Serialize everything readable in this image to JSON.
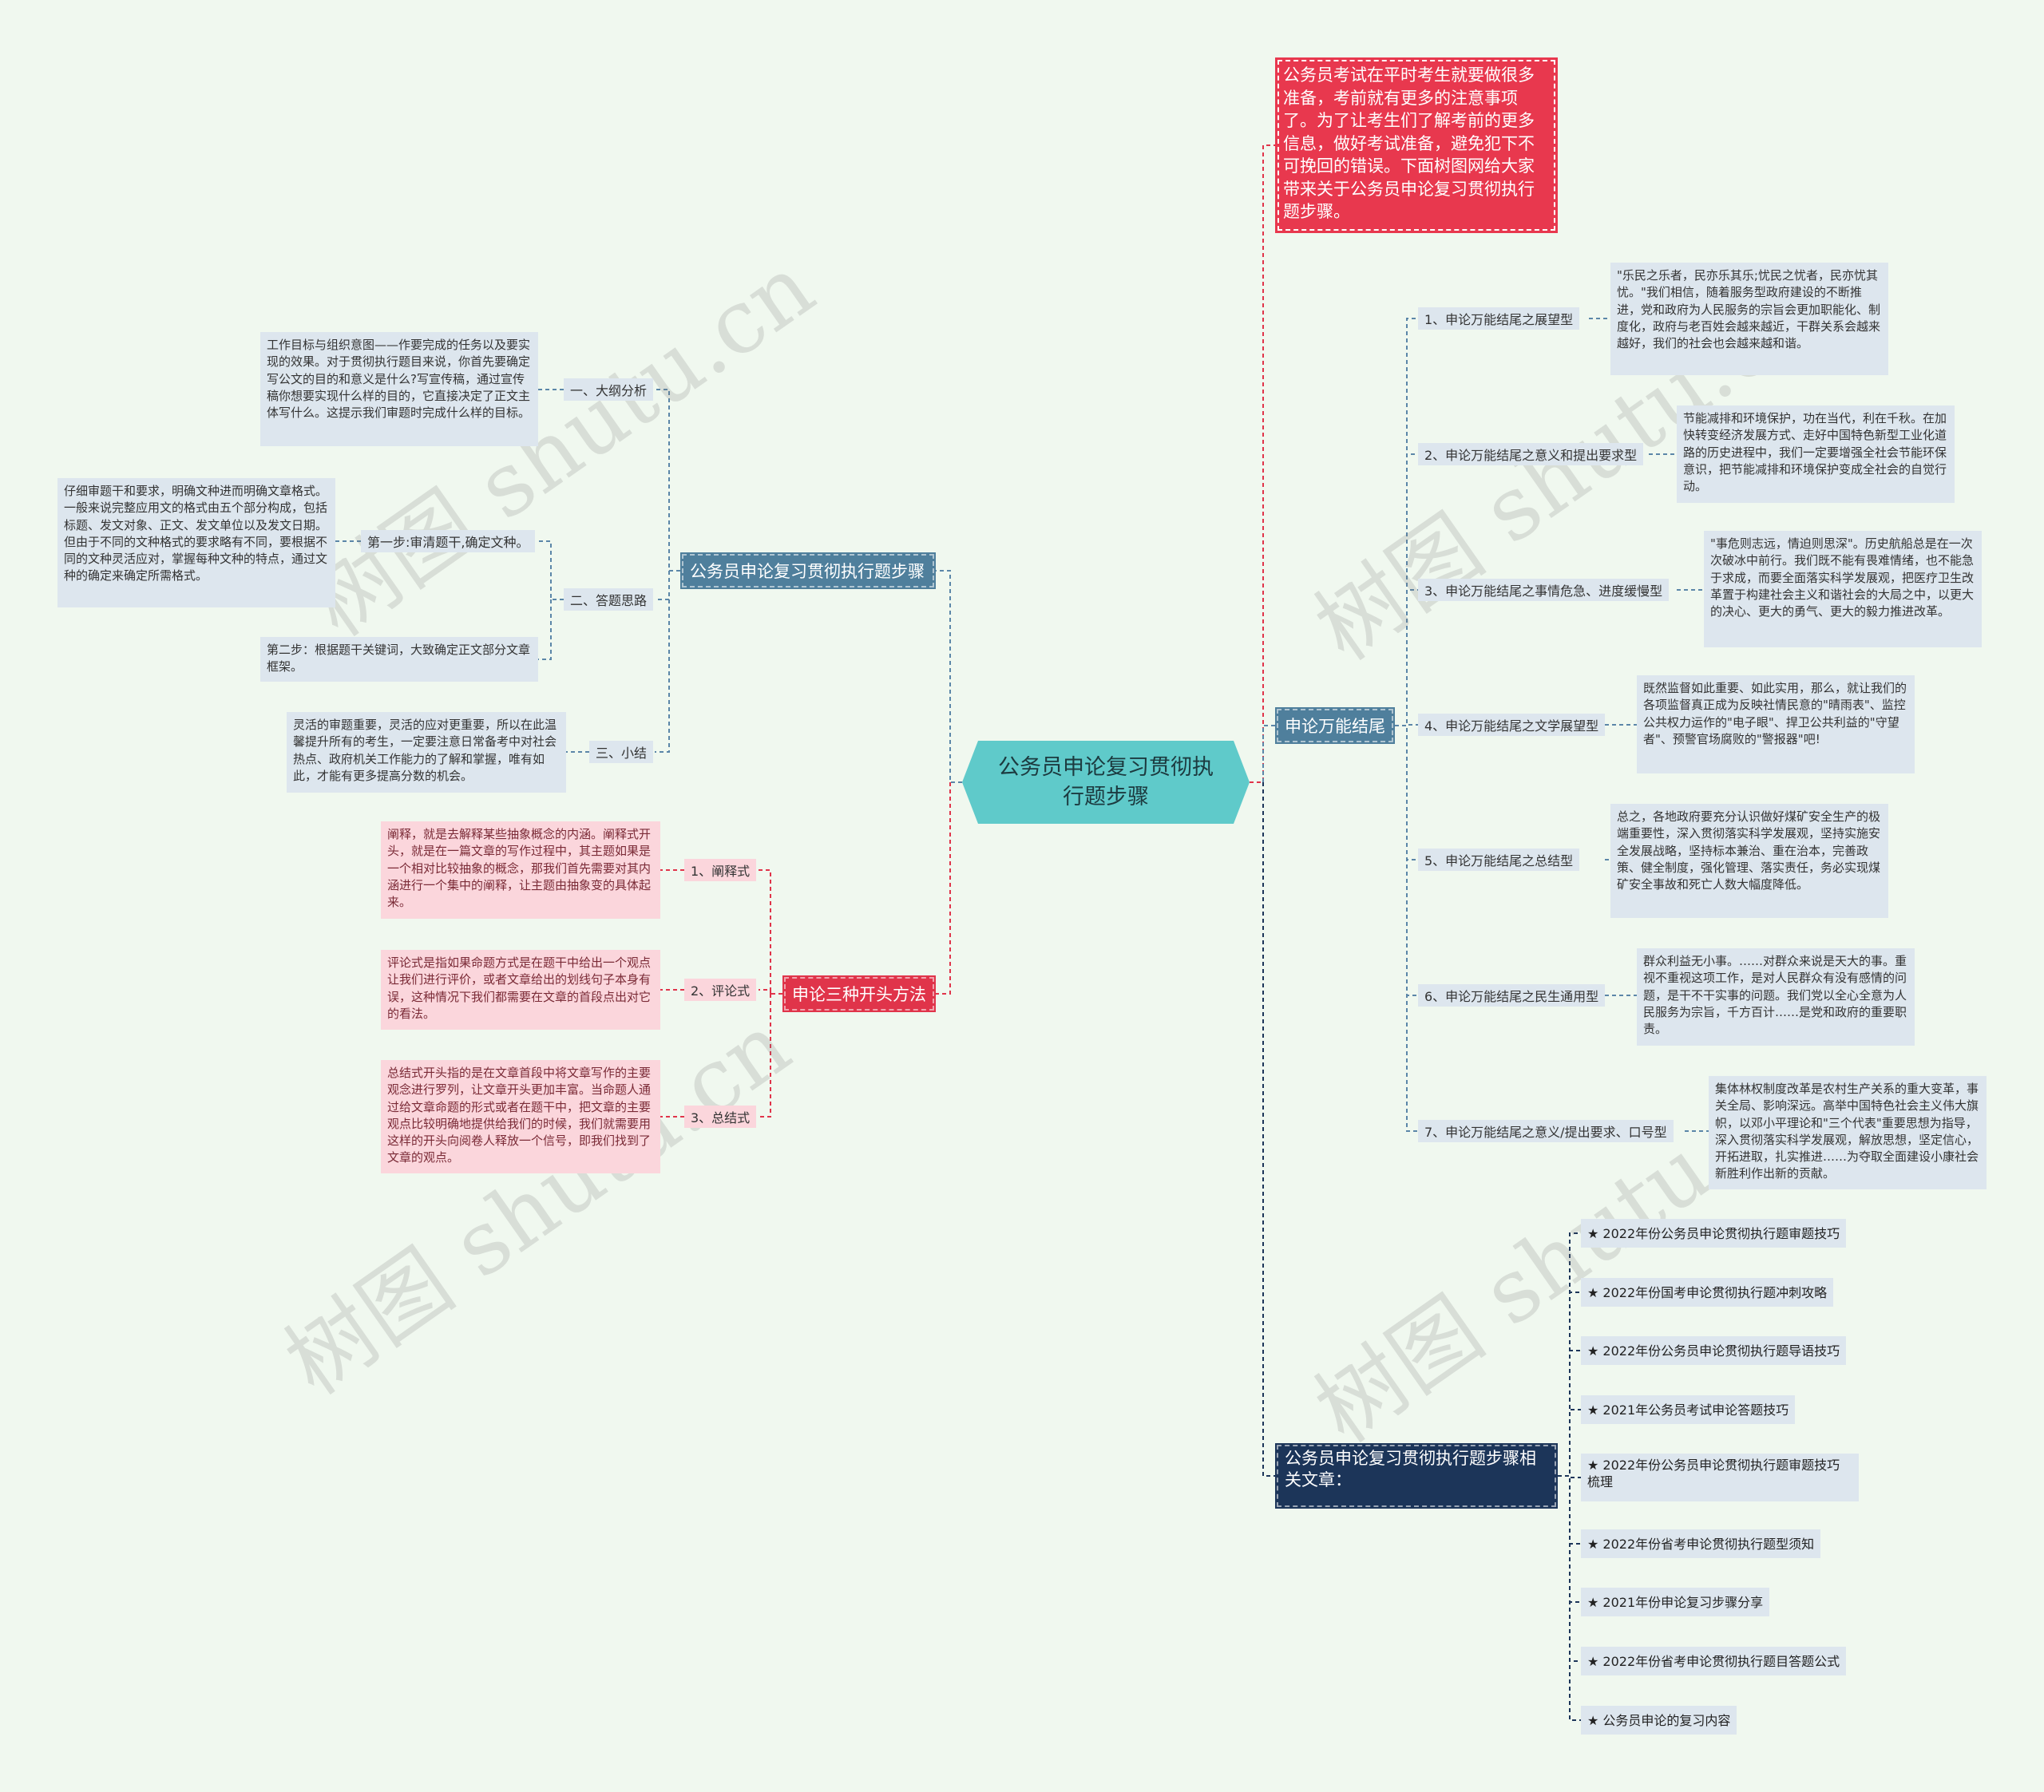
{
  "root": "公务员申论复习贯彻执行题步骤",
  "intro": "公务员考试在平时考生就要做很多准备，考前就有更多的注意事项了。为了让考生们了解考前的更多信息，做好考试准备，避免犯下不可挽回的错误。下面树图网给大家带来关于公务员申论复习贯彻执行题步骤。",
  "left": {
    "steps": {
      "title": "公务员申论复习贯彻执行题步骤",
      "outline": {
        "label": "一、大纲分析",
        "text": "工作目标与组织意图——作要完成的任务以及要实现的效果。对于贯彻执行题目来说，你首先要确定写公文的目的和意义是什么?写宣传稿，通过宣传稿你想要实现什么样的目的，它直接决定了正文主体写什么。这提示我们审题时完成什么样的目标。"
      },
      "thinking": {
        "label": "二、答题思路",
        "step1": {
          "label": "第一步:审清题干,确定文种。",
          "text": "仔细审题干和要求，明确文种进而明确文章格式。一般来说完整应用文的格式由五个部分构成，包括标题、发文对象、正文、发文单位以及发文日期。但由于不同的文种格式的要求略有不同，要根据不同的文种灵活应对，掌握每种文种的特点，通过文种的确定来确定所需格式。"
        },
        "step2": {
          "text": "第二步：根据题干关键词，大致确定正文部分文章框架。"
        }
      },
      "summary": {
        "label": "三、小结",
        "text": "灵活的审题重要，灵活的应对更重要，所以在此温馨提升所有的考生，一定要注意日常备考中对社会热点、政府机关工作能力的了解和掌握，唯有如此，才能有更多提高分数的机会。"
      }
    },
    "openings": {
      "title": "申论三种开头方法",
      "items": [
        {
          "label": "1、阐释式",
          "text": "阐释，就是去解释某些抽象概念的内涵。阐释式开头，就是在一篇文章的写作过程中，其主题如果是一个相对比较抽象的概念，那我们首先需要对其内涵进行一个集中的阐释，让主题由抽象变的具体起来。"
        },
        {
          "label": "2、评论式",
          "text": "评论式是指如果命题方式是在题干中给出一个观点让我们进行评价，或者文章给出的划线句子本身有误，这种情况下我们都需要在文章的首段点出对它的看法。"
        },
        {
          "label": "3、总结式",
          "text": "总结式开头指的是在文章首段中将文章写作的主要观念进行罗列，让文章开头更加丰富。当命题人通过给文章命题的形式或者在题干中，把文章的主要观点比较明确地提供给我们的时候，我们就需要用这样的开头向阅卷人释放一个信号，即我们找到了文章的观点。"
        }
      ]
    }
  },
  "right": {
    "endings": {
      "title": "申论万能结尾",
      "items": [
        {
          "label": "1、申论万能结尾之展望型",
          "text": "\"乐民之乐者，民亦乐其乐;忧民之忧者，民亦忧其忧。\"我们相信，随着服务型政府建设的不断推进，党和政府为人民服务的宗旨会更加职能化、制度化，政府与老百姓会越来越近，干群关系会越来越好，我们的社会也会越来越和谐。"
        },
        {
          "label": "2、申论万能结尾之意义和提出要求型",
          "text": "节能减排和环境保护，功在当代，利在千秋。在加快转变经济发展方式、走好中国特色新型工业化道路的历史进程中，我们一定要增强全社会节能环保意识，把节能减排和环境保护变成全社会的自觉行动。"
        },
        {
          "label": "3、申论万能结尾之事情危急、进度缓慢型",
          "text": "\"事危则志远，情迫则思深\"。历史航船总是在一次次破冰中前行。我们既不能有畏难情绪，也不能急于求成，而要全面落实科学发展观，把医疗卫生改革置于构建社会主义和谐社会的大局之中，以更大的决心、更大的勇气、更大的毅力推进改革。"
        },
        {
          "label": "4、申论万能结尾之文学展望型",
          "text": "既然监督如此重要、如此实用，那么，就让我们的各项监督真正成为反映社情民意的\"晴雨表\"、监控公共权力运作的\"电子眼\"、捍卫公共利益的\"守望者\"、预警官场腐败的\"警报器\"吧!"
        },
        {
          "label": "5、申论万能结尾之总结型",
          "text": "总之，各地政府要充分认识做好煤矿安全生产的极端重要性，深入贯彻落实科学发展观，坚持实施安全发展战略，坚持标本兼治、重在治本，完善政策、健全制度，强化管理、落实责任，务必实现煤矿安全事故和死亡人数大幅度降低。"
        },
        {
          "label": "6、申论万能结尾之民生通用型",
          "text": "群众利益无小事。……对群众来说是天大的事。重视不重视这项工作，是对人民群众有没有感情的问题，是干不干实事的问题。我们党以全心全意为人民服务为宗旨，千方百计……是党和政府的重要职责。"
        },
        {
          "label": "7、申论万能结尾之意义/提出要求、口号型",
          "text": "集体林权制度改革是农村生产关系的重大变革，事关全局、影响深远。高举中国特色社会主义伟大旗帜，以邓小平理论和\"三个代表\"重要思想为指导，深入贯彻落实科学发展观，解放思想，坚定信心，开拓进取，扎实推进……为夺取全面建设小康社会新胜利作出新的贡献。"
        }
      ]
    },
    "related": {
      "title": "公务员申论复习贯彻执行题步骤相关文章：",
      "items": [
        "★ 2022年份公务员申论贯彻执行题审题技巧",
        "★ 2022年份国考申论贯彻执行题冲刺攻略",
        "★ 2022年份公务员申论贯彻执行题导语技巧",
        "★ 2021年公务员考试申论答题技巧",
        "★ 2022年份公务员申论贯彻执行题审题技巧梳理",
        "★ 2022年份省考申论贯彻执行题型须知",
        "★ 2021年份申论复习步骤分享",
        "★ 2022年份省考申论贯彻执行题目答题公式",
        "★ 公务员申论的复习内容"
      ]
    }
  },
  "watermark": "树图 shutu.cn",
  "colors": {
    "background": "#f0f8ef",
    "root": "#5fcaca",
    "intro": "#e8384e",
    "steel": "#4f7f9c",
    "red": "#e0344a",
    "navy": "#1c3559",
    "leaf_grey": "#dde6ee",
    "leaf_pink": "#fbd6dc"
  }
}
